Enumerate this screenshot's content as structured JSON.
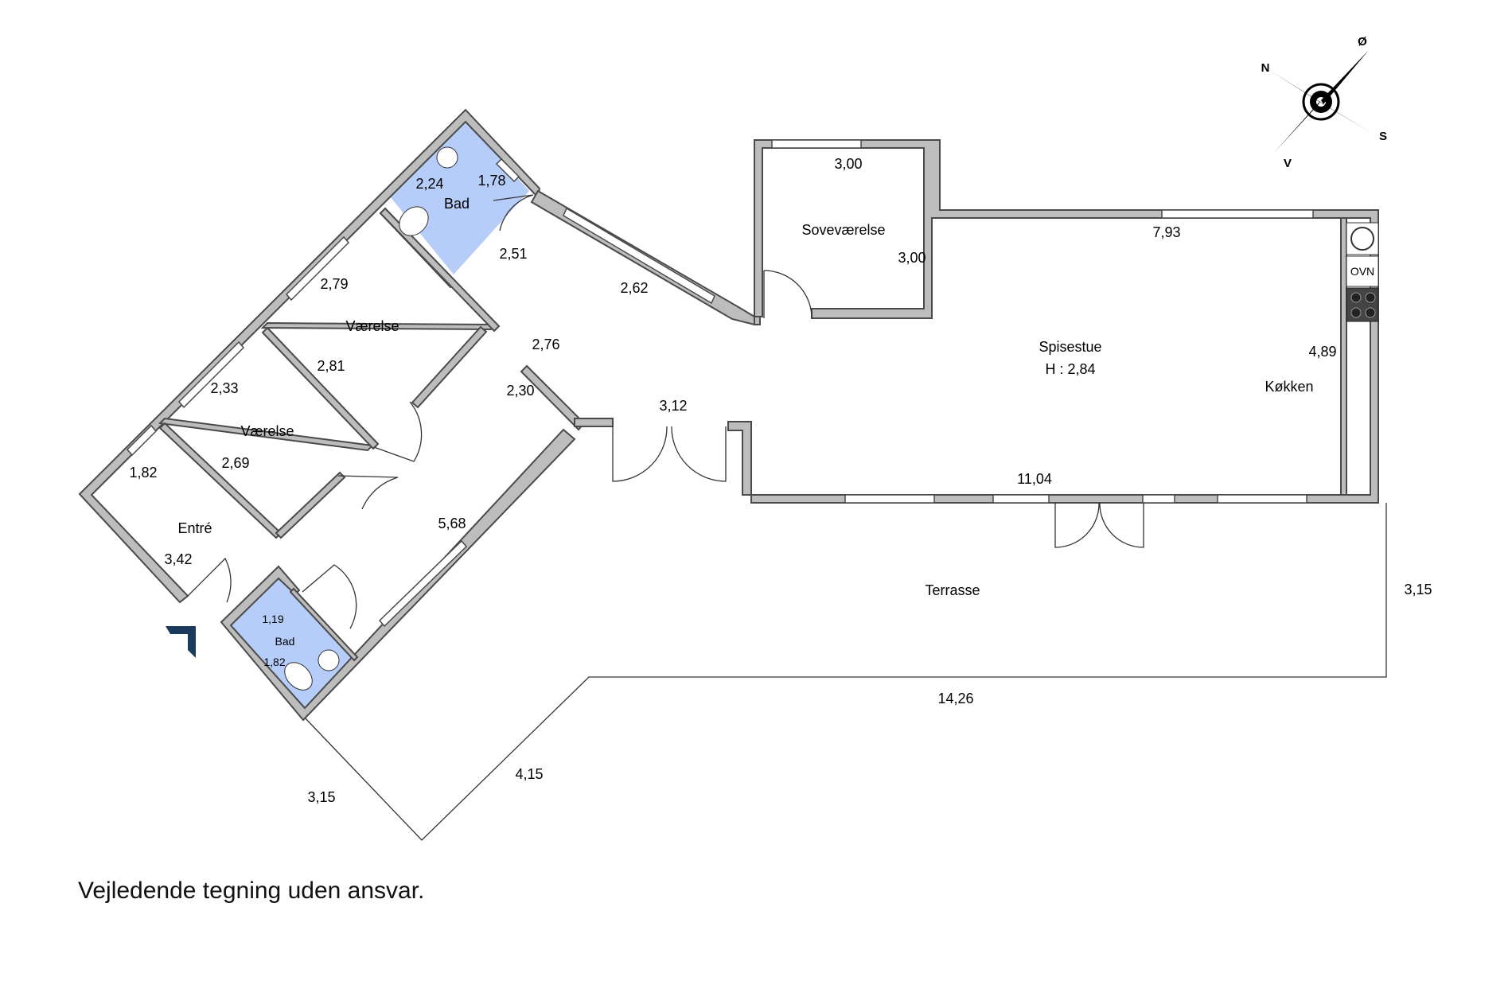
{
  "rooms": {
    "bad_top": "Bad",
    "vaerelse_top": "Værelse",
    "vaerelse_bottom": "Værelse",
    "entre": "Entré",
    "bad_bottom": "Bad",
    "sovevaerelse": "Soveværelse",
    "spisestue": "Spisestue",
    "spisestue_height": "H : 2,84",
    "kokken": "Køkken",
    "terrasse": "Terrasse",
    "ovn": "OVN"
  },
  "dimensions": {
    "bad_top_a": "2,24",
    "bad_top_b": "1,78",
    "bad_top_c": "2,51",
    "diag_2_62": "2,62",
    "vaerelse_top_a": "2,79",
    "vaerelse_top_b": "2,81",
    "hall_2_76": "2,76",
    "hall_2_30": "2,30",
    "vaerelse_bottom_a": "2,33",
    "vaerelse_bottom_b": "2,69",
    "entre_a": "1,82",
    "entre_b": "3,42",
    "hall_5_68": "5,68",
    "bad_bottom_a": "1,19",
    "bad_bottom_b": "1,82",
    "sove_top": "3,00",
    "sove_side": "3,00",
    "spise_top": "7,93",
    "opening": "3,12",
    "kokken_side": "4,89",
    "spise_bottom": "11,04",
    "terrasse_side": "3,15",
    "terrasse_bottom": "14,26",
    "terrasse_diag": "4,15",
    "terrasse_left": "3,15"
  },
  "compass": {
    "n": "N",
    "o": "Ø",
    "s": "S",
    "v": "V"
  },
  "disclaimer": "Vejledende tegning uden ansvar.",
  "colors": {
    "bathroom": "#b5cdf8",
    "wall": "#bdbdbd",
    "entrance_arrow": "#1b3a5c"
  }
}
